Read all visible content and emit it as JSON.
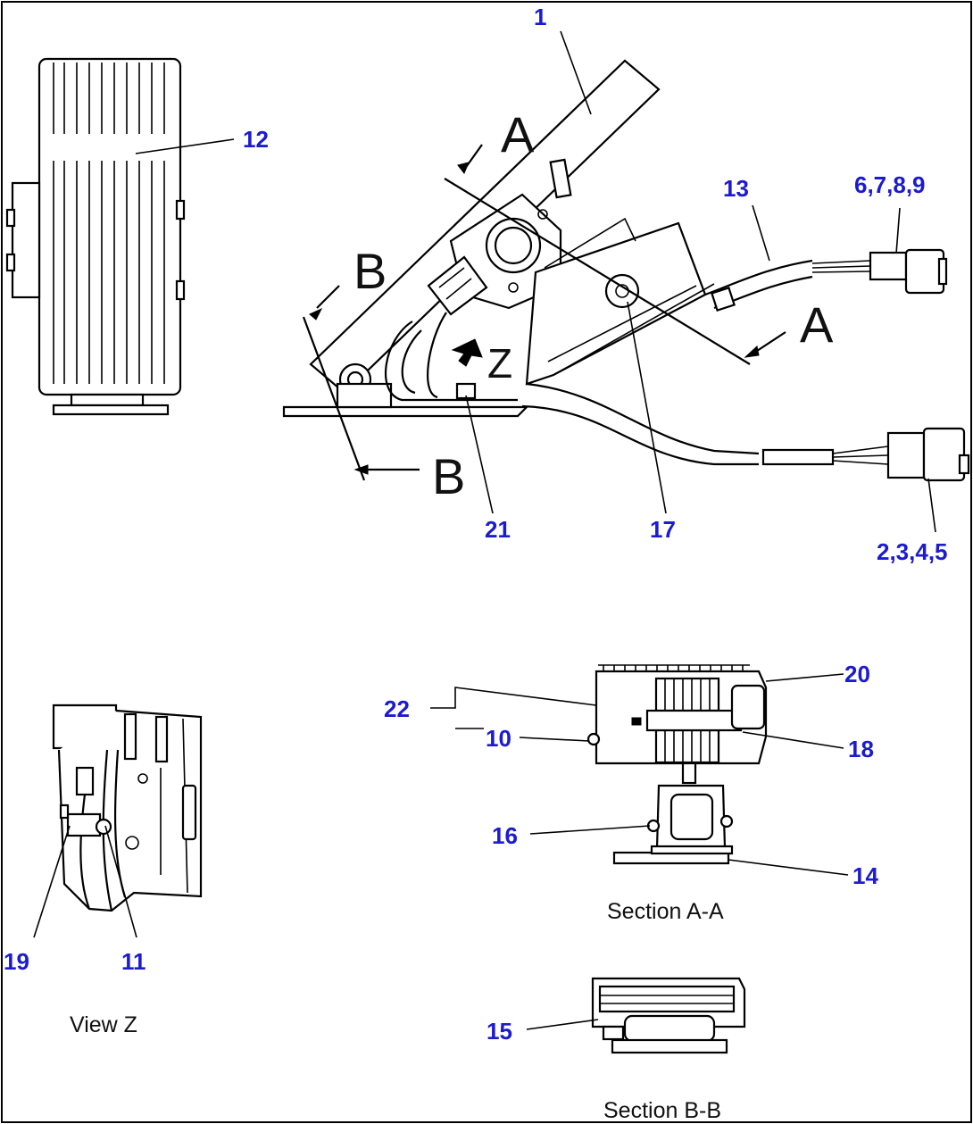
{
  "callouts": {
    "c1": "1",
    "c12": "12",
    "c13": "13",
    "c6789": "6,7,8,9",
    "c17": "17",
    "c21": "21",
    "c2345": "2,3,4,5",
    "c22": "22",
    "c10": "10",
    "c20": "20",
    "c18": "18",
    "c16": "16",
    "c14": "14",
    "c19": "19",
    "c11": "11",
    "c15": "15"
  },
  "section_markers": {
    "a_top": "A",
    "a_right": "A",
    "b_top": "B",
    "b_bottom": "B",
    "z": "Z"
  },
  "captions": {
    "view_z": "View Z",
    "section_aa": "Section A-A",
    "section_bb": "Section B-B"
  },
  "colors": {
    "callout": "#1b1bd0",
    "line": "#000000",
    "background": "#ffffff"
  }
}
